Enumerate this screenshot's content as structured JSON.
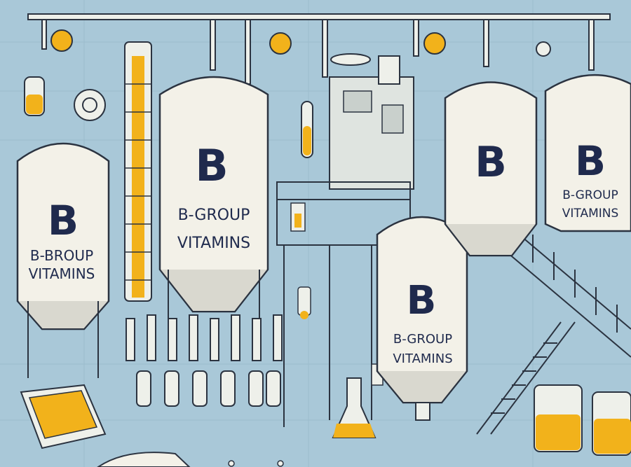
{
  "tanks": [
    {
      "letter": "B",
      "line1": "B-BROUP",
      "line2": "VITAMINS"
    },
    {
      "letter": "B",
      "line1": "B-GROUP",
      "line2": "VITAMINS"
    },
    {
      "letter": "B",
      "line1": "B-GROUP",
      "line2": "VITAMINS"
    },
    {
      "letter": "B",
      "line1": "",
      "line2": ""
    },
    {
      "letter": "B",
      "line1": "B-GROUP",
      "line2": "VITAMINS"
    }
  ],
  "colors": {
    "background": "#a9c8d8",
    "tank_body": "#f3f1e8",
    "tank_shade": "#d9d8cf",
    "label_text": "#1f2a4d",
    "liquid": "#f2b21b",
    "outline": "#2b3340"
  }
}
